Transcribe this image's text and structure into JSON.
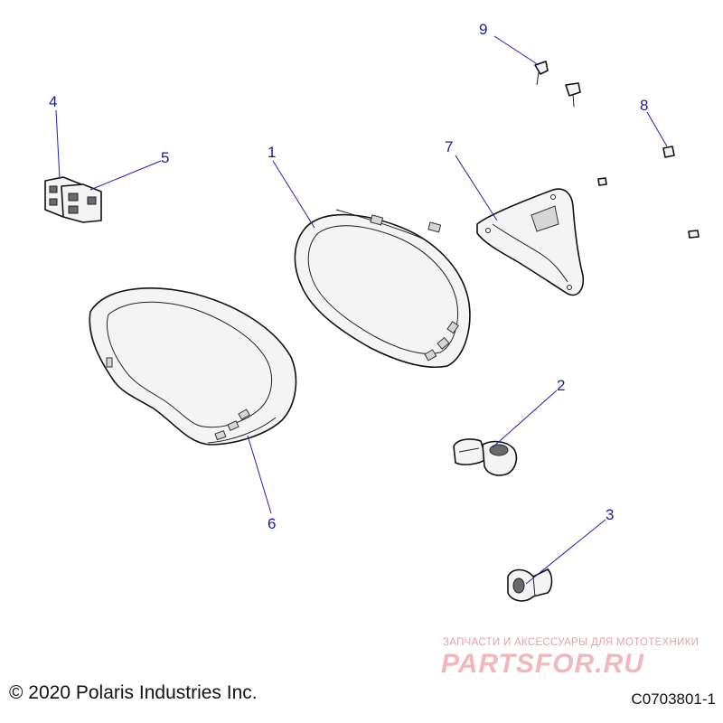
{
  "callouts": {
    "c1": "1",
    "c2": "2",
    "c3": "3",
    "c4": "4",
    "c5": "5",
    "c6": "6",
    "c7": "7",
    "c8": "8",
    "c9": "9"
  },
  "footer": {
    "copyright": "© 2020 Polaris Industries Inc.",
    "figure_id": "C0703801-1"
  },
  "watermark": {
    "tagline": "ЗАПЧАСТИ И АКСЕССУАРЫ ДЛЯ МОТОТЕХНИКИ",
    "logo": "PARTSFOR.RU"
  },
  "colors": {
    "callout": "#1a1aa8",
    "watermark": "#f0b8bb"
  }
}
